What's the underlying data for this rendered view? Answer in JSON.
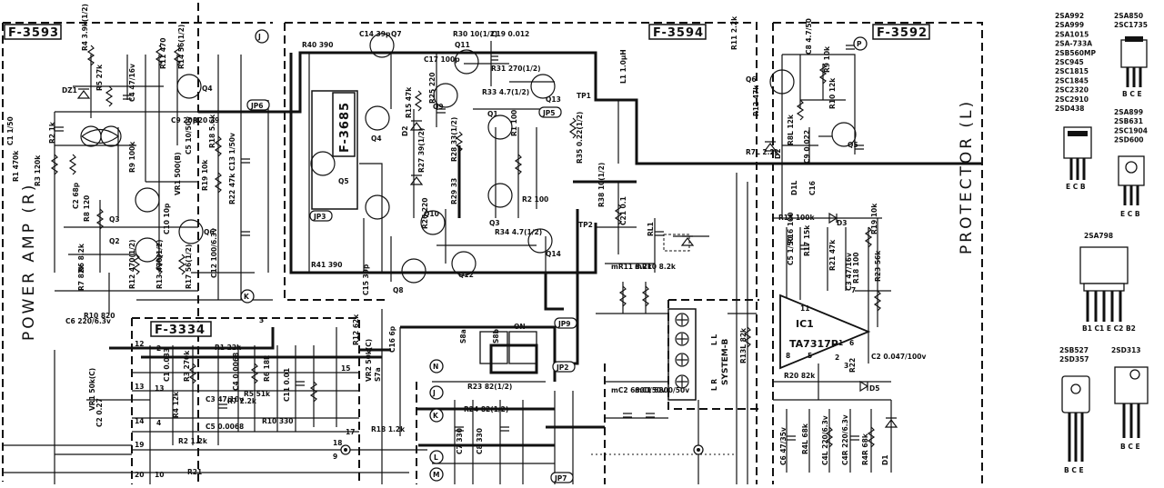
{
  "boards": {
    "f3593": "F-3593",
    "f3594": "F-3594",
    "f3592": "F-3592",
    "f3685": "F-3685",
    "f3334": "F-3334"
  },
  "section_titles": {
    "power_amp": "POWER AMP (R)",
    "protector": "PROTECTOR (L)",
    "system_b": "SYSTEM-B"
  },
  "ic": {
    "ref": "IC1",
    "part": "TA7317P"
  },
  "connectors": [
    "J",
    "P",
    "K",
    "N",
    "J",
    "K",
    "L",
    "M"
  ],
  "jumpers": [
    "JP6",
    "JP3",
    "JP5",
    "JP9",
    "JP2",
    "JP7"
  ],
  "test_points": [
    "TP1",
    "TP2"
  ],
  "relay_labels": {
    "on": "ON",
    "lr": "L R",
    "ll": "L L"
  },
  "left_parts": [
    {
      "ref": "R4",
      "val": "3.9k(1/2)"
    },
    {
      "ref": "R5",
      "val": "27k"
    },
    {
      "ref": "C4",
      "val": "47/16v"
    },
    {
      "ref": "DZ1",
      "val": ""
    },
    {
      "ref": "C1",
      "val": "1/50"
    },
    {
      "ref": "R2",
      "val": "1k"
    },
    {
      "ref": "R1",
      "val": "470k"
    },
    {
      "ref": "R3",
      "val": "120k"
    },
    {
      "ref": "C2",
      "val": "68p"
    },
    {
      "ref": "R9",
      "val": "100k"
    },
    {
      "ref": "R11",
      "val": "470"
    },
    {
      "ref": "R14",
      "val": "56(1/2)"
    },
    {
      "ref": "Q4",
      "val": ""
    },
    {
      "ref": "C9",
      "val": "20p"
    },
    {
      "ref": "R20",
      "val": "39"
    },
    {
      "ref": "C5",
      "val": "10/50v"
    },
    {
      "ref": "R18",
      "val": "5.6k"
    },
    {
      "ref": "C13",
      "val": "1/50v"
    },
    {
      "ref": "R8",
      "val": "120"
    },
    {
      "ref": "Q3",
      "val": ""
    },
    {
      "ref": "Q2",
      "val": ""
    },
    {
      "ref": "VR1",
      "val": "500(B)"
    },
    {
      "ref": "C10",
      "val": "10p"
    },
    {
      "ref": "R19",
      "val": "10k"
    },
    {
      "ref": "R22",
      "val": "47k"
    },
    {
      "ref": "Q6",
      "val": ""
    },
    {
      "ref": "Q5",
      "val": ""
    },
    {
      "ref": "R6",
      "val": "8.2k"
    },
    {
      "ref": "R7",
      "val": "82k"
    },
    {
      "ref": "R12",
      "val": "470(1/2)"
    },
    {
      "ref": "R13",
      "val": "470(1/2)"
    },
    {
      "ref": "R17",
      "val": "56(1/2)"
    },
    {
      "ref": "C12",
      "val": "100/6.3v"
    },
    {
      "ref": "C6",
      "val": "220/6.3v"
    },
    {
      "ref": "R10",
      "val": "820"
    }
  ],
  "middle_parts": [
    {
      "ref": "R40",
      "val": "390"
    },
    {
      "ref": "C14",
      "val": "39p"
    },
    {
      "ref": "Q7",
      "val": ""
    },
    {
      "ref": "R15",
      "val": "47k"
    },
    {
      "ref": "C17",
      "val": "100p"
    },
    {
      "ref": "R25",
      "val": "220"
    },
    {
      "ref": "Q9",
      "val": ""
    },
    {
      "ref": "Q11",
      "val": ""
    },
    {
      "ref": "R30",
      "val": "10(1/2)"
    },
    {
      "ref": "C19",
      "val": "0.012"
    },
    {
      "ref": "R31",
      "val": "270(1/2)"
    },
    {
      "ref": "R33",
      "val": "4.7(1/2)"
    },
    {
      "ref": "Q13",
      "val": ""
    },
    {
      "ref": "L1",
      "val": "1.0µH"
    },
    {
      "ref": "Q4",
      "val": ""
    },
    {
      "ref": "D2",
      "val": ""
    },
    {
      "ref": "R27",
      "val": "39(1/2)"
    },
    {
      "ref": "R28",
      "val": "33(1/2)"
    },
    {
      "ref": "Q1",
      "val": ""
    },
    {
      "ref": "R1",
      "val": "100"
    },
    {
      "ref": "R35",
      "val": "0.22(1/2)"
    },
    {
      "ref": "R29",
      "val": "33"
    },
    {
      "ref": "R2",
      "val": "100"
    },
    {
      "ref": "Q3",
      "val": ""
    },
    {
      "ref": "R26",
      "val": "220"
    },
    {
      "ref": "Q10",
      "val": ""
    },
    {
      "ref": "R34",
      "val": "4.7(1/2)"
    },
    {
      "ref": "Q14",
      "val": ""
    },
    {
      "ref": "Q12",
      "val": ""
    },
    {
      "ref": "R41",
      "val": "390"
    },
    {
      "ref": "C15",
      "val": "39p"
    },
    {
      "ref": "Q8",
      "val": ""
    },
    {
      "ref": "R38",
      "val": "10(1/2)"
    },
    {
      "ref": "C21",
      "val": "0.1"
    },
    {
      "ref": "RL1",
      "val": ""
    }
  ],
  "right_parts": [
    {
      "ref": "R11",
      "val": "2.2k"
    },
    {
      "ref": "C8",
      "val": "4.7/50"
    },
    {
      "ref": "R9",
      "val": "10k"
    },
    {
      "ref": "Q6",
      "val": ""
    },
    {
      "ref": "R12",
      "val": "47k"
    },
    {
      "ref": "R10",
      "val": "12k"
    },
    {
      "ref": "R7L",
      "val": "2.2k"
    },
    {
      "ref": "D2",
      "val": ""
    },
    {
      "ref": "R8L",
      "val": "12k"
    },
    {
      "ref": "C9",
      "val": "0.022"
    },
    {
      "ref": "Q5",
      "val": ""
    },
    {
      "ref": "D1L",
      "val": ""
    },
    {
      "ref": "C16",
      "val": ""
    },
    {
      "ref": "R15",
      "val": "100k"
    },
    {
      "ref": "D3",
      "val": ""
    },
    {
      "ref": "R19",
      "val": "10k"
    },
    {
      "ref": "C5",
      "val": "1/50"
    },
    {
      "ref": "R16",
      "val": "100"
    },
    {
      "ref": "R17",
      "val": "15k"
    },
    {
      "ref": "R21",
      "val": "47k"
    },
    {
      "ref": "C3",
      "val": "47/16v"
    },
    {
      "ref": "R18",
      "val": "100"
    },
    {
      "ref": "R23",
      "val": "56k"
    },
    {
      "ref": "R20",
      "val": "82k"
    },
    {
      "ref": "R22",
      "val": ""
    },
    {
      "ref": "C2",
      "val": "0.047/100v"
    },
    {
      "ref": "D5",
      "val": ""
    },
    {
      "ref": "mR11",
      "val": "8.2k"
    },
    {
      "ref": "mR10",
      "val": "8.2k"
    },
    {
      "ref": "mC2",
      "val": "6800/50v"
    },
    {
      "ref": "mC1",
      "val": "6800/50v"
    },
    {
      "ref": "R13L",
      "val": "82k"
    },
    {
      "ref": "C6",
      "val": "47/35v"
    },
    {
      "ref": "R4L",
      "val": "68k"
    },
    {
      "ref": "C4L",
      "val": "220/6.3v"
    },
    {
      "ref": "C4R",
      "val": "220/6.3v"
    },
    {
      "ref": "R4R",
      "val": "68k"
    },
    {
      "ref": "D1",
      "val": ""
    }
  ],
  "bottom_parts": [
    {
      "ref": "VR1",
      "val": "50k(C)"
    },
    {
      "ref": "C1",
      "val": "0.033"
    },
    {
      "ref": "R3",
      "val": "270k"
    },
    {
      "ref": "R1",
      "val": "22k"
    },
    {
      "ref": "C4",
      "val": "0.0068"
    },
    {
      "ref": "R5",
      "val": "51k"
    },
    {
      "ref": "R6",
      "val": "18k"
    },
    {
      "ref": "C11",
      "val": "0.01"
    },
    {
      "ref": "VR2",
      "val": "50k(C)"
    },
    {
      "ref": "R12",
      "val": "62k"
    },
    {
      "ref": "C16",
      "val": "6p"
    },
    {
      "ref": "C2",
      "val": "0.27"
    },
    {
      "ref": "R4",
      "val": "12k"
    },
    {
      "ref": "C3",
      "val": "47/10v"
    },
    {
      "ref": "R7",
      "val": "2.2k"
    },
    {
      "ref": "C5",
      "val": "0.0068"
    },
    {
      "ref": "R10",
      "val": "330"
    },
    {
      "ref": "R2",
      "val": "1.2k"
    },
    {
      "ref": "R18",
      "val": "1.2k"
    },
    {
      "ref": "R21",
      "val": ""
    },
    {
      "ref": "C7",
      "val": "330"
    },
    {
      "ref": "C8",
      "val": "330"
    },
    {
      "ref": "R23",
      "val": "82(1/2)"
    },
    {
      "ref": "R24",
      "val": "82(1/2)"
    },
    {
      "ref": "S8a",
      "val": ""
    },
    {
      "ref": "S8b",
      "val": ""
    },
    {
      "ref": "S7a",
      "val": ""
    }
  ],
  "pin_numbers": [
    "12",
    "2",
    "13",
    "13",
    "3",
    "15",
    "17",
    "14",
    "4",
    "18",
    "19",
    "9",
    "20",
    "10",
    "11",
    "1",
    "6",
    "7",
    "8",
    "5",
    "2",
    "3"
  ],
  "transistor_legend": [
    {
      "parts": [
        "2SA992",
        "2SA999",
        "2SA1015",
        "2SA-733A",
        "2SB560MP",
        "2SC945",
        "2SC1815",
        "2SC1845",
        "2SC2320",
        "2SC2910",
        "2SD438"
      ],
      "pins": "E C B"
    },
    {
      "parts": [
        "2SA850",
        "2SC1735"
      ],
      "pins": "B C E"
    },
    {
      "parts": [
        "2SA899",
        "2SB631",
        "2SC1904",
        "2SD600"
      ],
      "pins": "E C B"
    },
    {
      "parts": [
        "2SA798"
      ],
      "pins": "B1 C1 E C2 B2"
    },
    {
      "parts": [
        "2SB527",
        "2SD357"
      ],
      "pins": "B C E"
    },
    {
      "parts": [
        "2SD313"
      ],
      "pins": "B C E"
    }
  ]
}
